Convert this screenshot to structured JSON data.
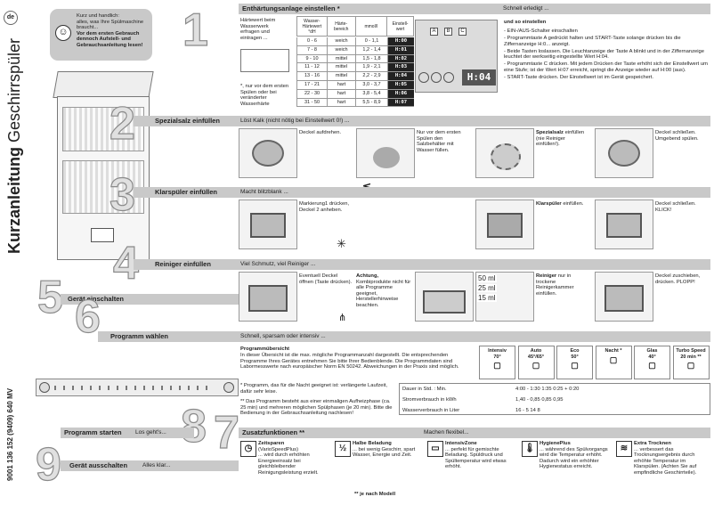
{
  "side": {
    "de_badge": "de",
    "title_bold": "Kurzanleitung",
    "title_light": "Geschirrspüler",
    "code": "9001 136 152 (9409) 640 MV"
  },
  "intro": {
    "line1": "Kurz und handlich:",
    "line2": "alles, was Ihre Spülmaschine braucht...",
    "bold": "Vor dem ersten Gebrauch dennoch Aufstell- und Gebrauchsanleitung lesen!"
  },
  "s1": {
    "num": "1",
    "title": "Enthärtungsanlage einstellen *",
    "right_title": "Schnell erledigt ...",
    "hint": "Härtewert beim Wasserwerk erfragen und eintragen ...",
    "note": "*, nur vor dem ersten Spülen oder bei veränderter Wasserhärte",
    "headers": [
      "Wasser-Härtewert °dH",
      "Härte-bereich",
      "mmol/l",
      "Einstell-wert"
    ],
    "rows": [
      [
        "0 - 6",
        "weich",
        "0 - 1,1",
        "H:00"
      ],
      [
        "7 - 8",
        "weich",
        "1,2 - 1,4",
        "H:01"
      ],
      [
        "9 - 10",
        "mittel",
        "1,5 - 1,8",
        "H:02"
      ],
      [
        "11 - 12",
        "mittel",
        "1,9 - 2,1",
        "H:03"
      ],
      [
        "13 - 16",
        "mittel",
        "2,2 - 2,9",
        "H:04"
      ],
      [
        "17 - 21",
        "hart",
        "3,0 - 3,7",
        "H:05"
      ],
      [
        "22 - 30",
        "hart",
        "3,8 - 5,4",
        "H:06"
      ],
      [
        "31 - 50",
        "hart",
        "5,5 - 8,9",
        "H:07"
      ]
    ],
    "buttons": [
      "A",
      "B",
      "C"
    ],
    "display": "H:04",
    "steps_title": "und so einstellen",
    "steps": [
      "- EIN-/AUS-Schalter einschalten",
      "- Programmtaste A gedrückt halten und START-Taste solange drücken bis die Ziffernanzeige H:0... anzeigt.",
      "- Beide Tasten loslassen. Die Leuchtanzeige der Taste A blinkt und in der Ziffernanzeige leuchtet der werkseitig eingestellte Wert H:04.",
      "- Programmtaste C drücken. Mit jedem Drücken der Taste erhöht sich der Einstellwert um eine Stufe; ist der Wert H:07 erreicht, springt die Anzeige wieder auf H:00 (aus).",
      "- START-Taste drücken. Der Einstellwert ist im Gerät gespeichert."
    ]
  },
  "s2": {
    "num": "2",
    "title": "Spezialsalz einfüllen",
    "sub": "Löst Kalk (nicht nötig bei Einstellwert 0!) ...",
    "c1": "Deckel aufdrehen.",
    "c2": "Nur vor dem ersten Spülen den Salzbehälter mit Wasser füllen.",
    "c3a": "Spezialsalz",
    "c3b": "einfüllen (nie Reiniger einfüllen!).",
    "c4": "Deckel schließen. Umgebend spülen."
  },
  "s3": {
    "num": "3",
    "title": "Klarspüler einfüllen",
    "sub": "Macht blitzblank ...",
    "c1": "Markierung1 drücken, Deckel 2 anheben.",
    "c2a": "Klarspüler",
    "c2b": "einfüllen.",
    "c3": "Deckel schließen. KLICK!"
  },
  "s4": {
    "num": "4",
    "title": "Reiniger einfüllen",
    "sub": "Viel Schmutz, viel Reiniger ...",
    "c1": "Eventuell Deckel öffnen (Taste drücken).",
    "c2a": "Achtung,",
    "c2b": "Kombiprodukte nicht für alle Programme geeignet, Herstellerhinweise beachten.",
    "ml": [
      "50 ml",
      "25 ml",
      "15 ml"
    ],
    "c3a": "Reiniger",
    "c3b": "nur in trockene Reinigerkammer einfüllen.",
    "c4": "Deckel zuschieben, drücken. PLOPP!"
  },
  "s5": {
    "num": "5",
    "title": "Gerät einschalten"
  },
  "s6": {
    "num": "6",
    "title": "Programm wählen",
    "sub": "Schnell, sparsam oder intensiv ...",
    "overview_title": "Programmübersicht",
    "overview_text": "In dieser Übersicht ist die max. mögliche Programmanzahl dargestellt. Die entsprechenden Programme Ihres Gerätes entnehmen Sie bitte Ihrer Bedienblende. Die Programmdaten sind Labormesswerte nach europäischer Norm EN 50242. Abweichungen in der Praxis sind möglich.",
    "night_note": "* Programm, das für die Nacht geeignet ist: verlängerte Laufzeit, dafür sehr leise.",
    "turbo_note": "** Das Programm besteht aus einer einmaligen Aufheizphase (ca. 25 min) und mehreren möglichen Spülphasen (je 20 min). Bitte die Bedienung in der Gebrauchsanleitung nachlesen!",
    "programs": [
      {
        "name": "Intensiv",
        "temp": "70°"
      },
      {
        "name": "Auto",
        "temp": "45°/65°"
      },
      {
        "name": "Eco",
        "temp": "50°"
      },
      {
        "name": "Nacht *",
        "temp": ""
      },
      {
        "name": "Glas",
        "temp": "40°"
      },
      {
        "name": "Turbo Speed",
        "temp": "20 min **"
      }
    ],
    "data_rows": [
      {
        "label": "Dauer in Std. : Min.",
        "value": "4:00 - 1:30 1:35 0:25 + 0:20"
      },
      {
        "label": "Stromverbrauch in kWh",
        "value": "1,40 - 0,85 0,85 0,95"
      },
      {
        "label": "Wasserverbrauch in Liter",
        "value": "16 - 5 14 8"
      }
    ]
  },
  "s7": {
    "num": "7",
    "title": "Zusatzfunktionen **",
    "right_title": "Machen flexibel...",
    "footnote": "** je nach Modell",
    "items": [
      {
        "t1": "Zeitsparen",
        "t2": "(VarioSpeedPlus)",
        "text": "... wird durch erhöhten Energieeinsatz bei gleichbleibender Reinigungsleistung erzielt."
      },
      {
        "t1": "Halbe Beladung",
        "t2": "",
        "text": "... bei wenig Geschirr, spart Wasser, Energie und Zeit."
      },
      {
        "t1": "IntensivZone",
        "t2": "",
        "text": "... perfekt für gemischte Beladung. Spüldruck und Spültemperatur wird etwas erhöht."
      },
      {
        "t1": "HygienePlus",
        "t2": "",
        "text": "... während des Spülvorgangs wird die Temperatur erhöht. Dadurch wird ein erhöhter Hygienestatus erreicht."
      },
      {
        "t1": "Extra Trocknen",
        "t2": "",
        "text": "... verbessert das Trocknungsergebnis durch erhöhte Temperatur im Klarspülen. (Achten Sie auf empfindliche Geschirrteile)."
      }
    ]
  },
  "s8": {
    "num": "8",
    "title": "Programm starten",
    "sub": "Los geht's..."
  },
  "s9": {
    "num": "9",
    "title": "Gerät ausschalten",
    "sub": "Alles klar..."
  }
}
